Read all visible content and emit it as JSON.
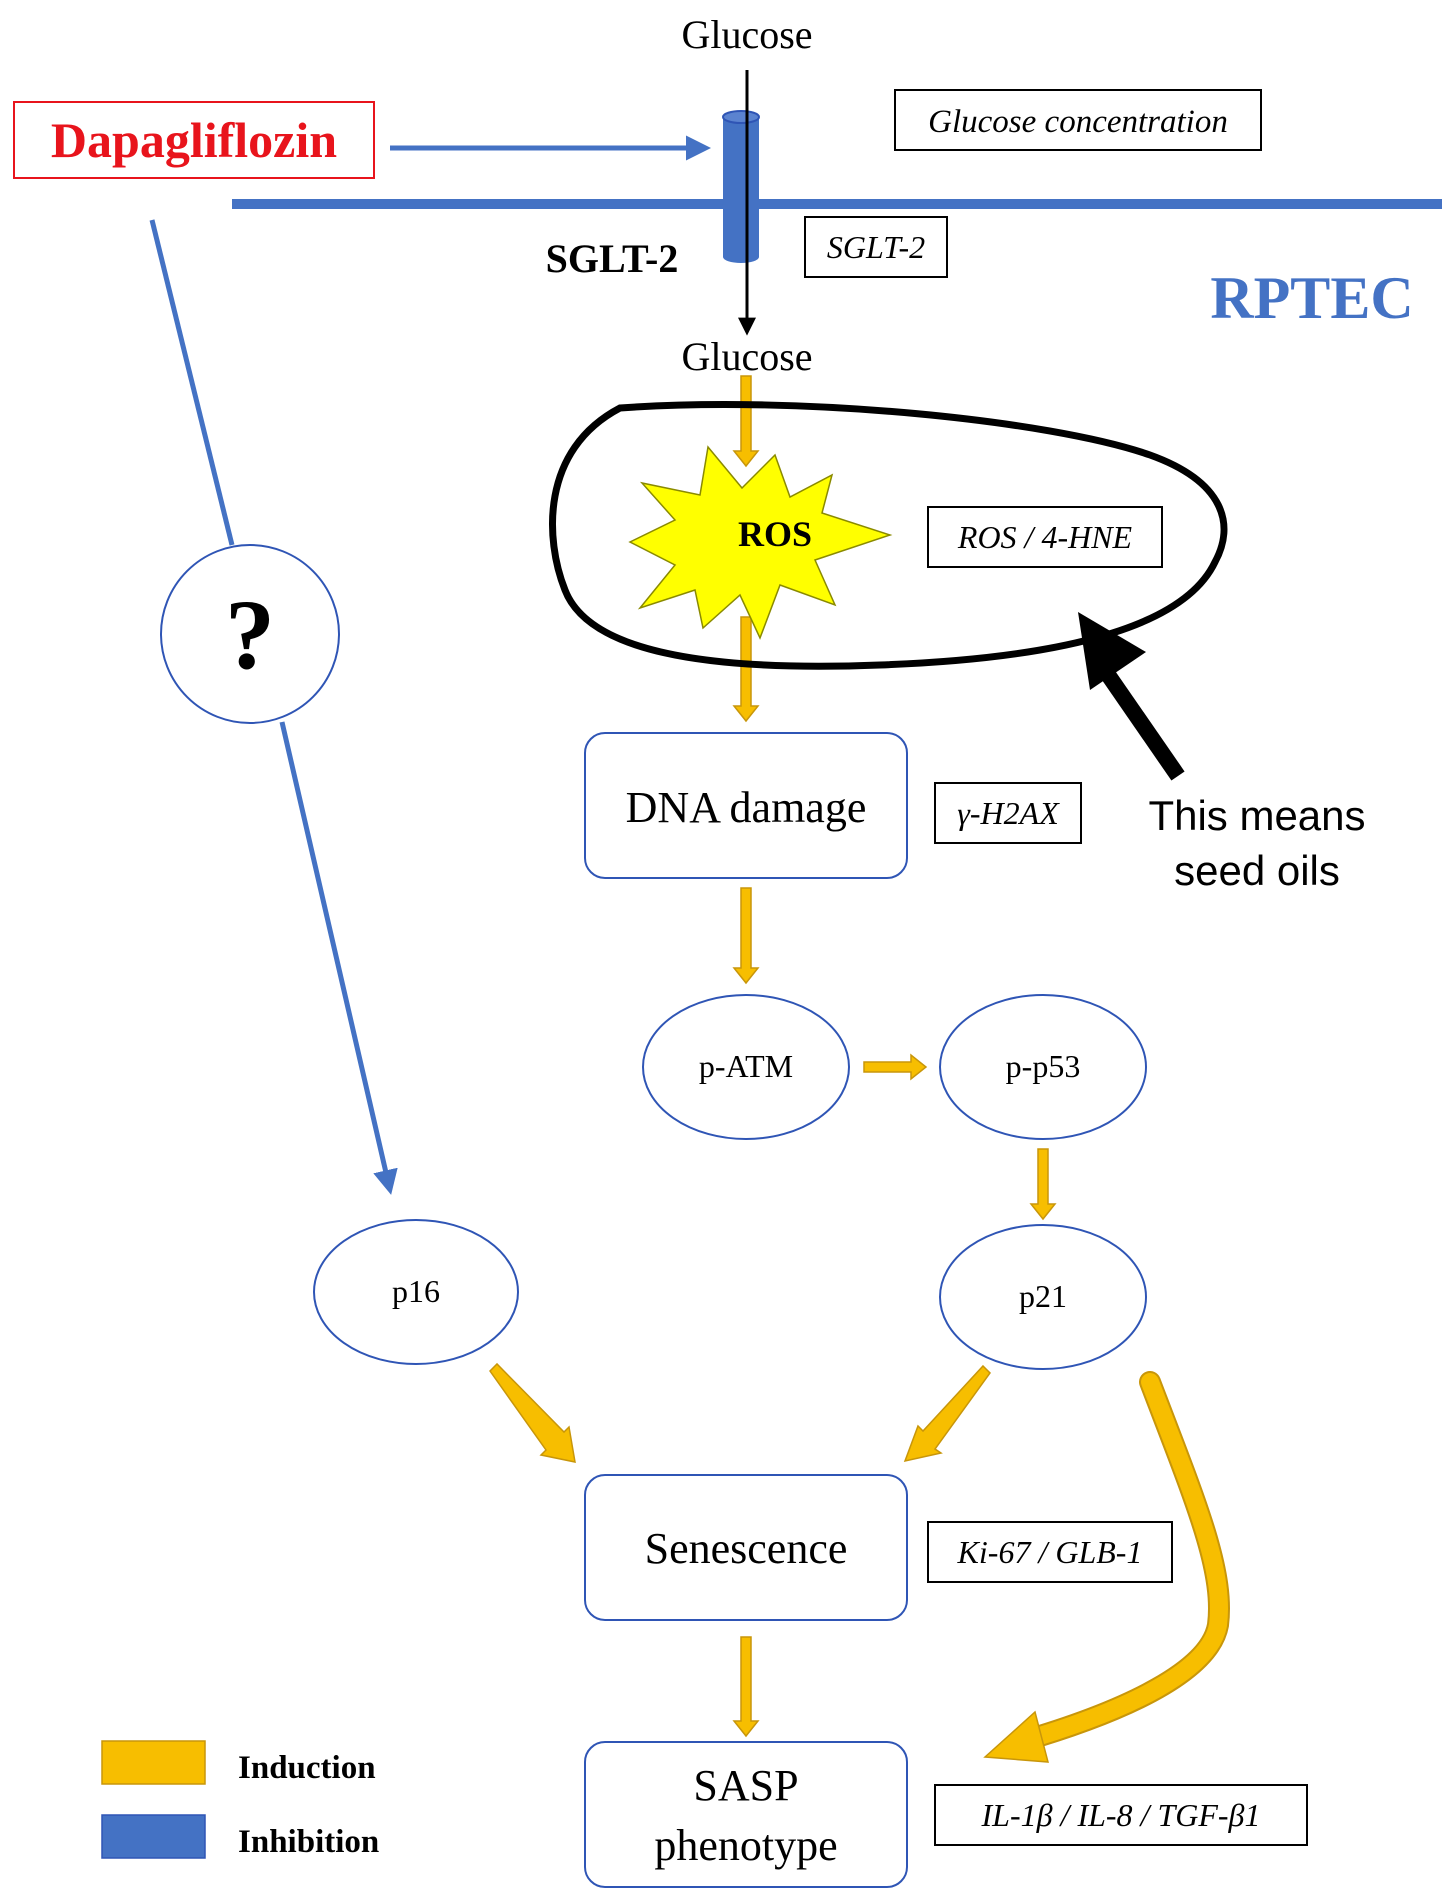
{
  "membrane": {
    "glucose_outside": "Glucose",
    "glucose_inside": "Glucose",
    "transporter_label": "SGLT-2",
    "cell_label": "RPTEC"
  },
  "drug": {
    "name": "Dapagliflozin",
    "unknown_mechanism": "?"
  },
  "nodes": {
    "ros": "ROS",
    "dna_damage": "DNA damage",
    "p_atm": "p-ATM",
    "p_p53": "p-p53",
    "p16": "p16",
    "p21": "p21",
    "senescence": "Senescence",
    "sasp_line1": "SASP",
    "sasp_line2": "phenotype"
  },
  "markers": {
    "glucose_concentration": "Glucose concentration",
    "sglt2": "SGLT-2",
    "ros": "ROS / 4-HNE",
    "dna": "γ-H2AX",
    "senescence": "Ki-67 / GLB-1",
    "sasp": "IL-1β / IL-8 / TGF-β1"
  },
  "annotation": {
    "line1": "This means",
    "line2": "seed oils"
  },
  "legend": {
    "induction": "Induction",
    "inhibition": "Inhibition"
  },
  "colors": {
    "induction": "#F7BE00",
    "induction_outline": "#C8960A",
    "inhibition": "#4472C4",
    "node_border": "#2F55B5",
    "drug_red": "#E8141C",
    "ros_fill": "#FFFF00",
    "annotation": "#000000"
  }
}
